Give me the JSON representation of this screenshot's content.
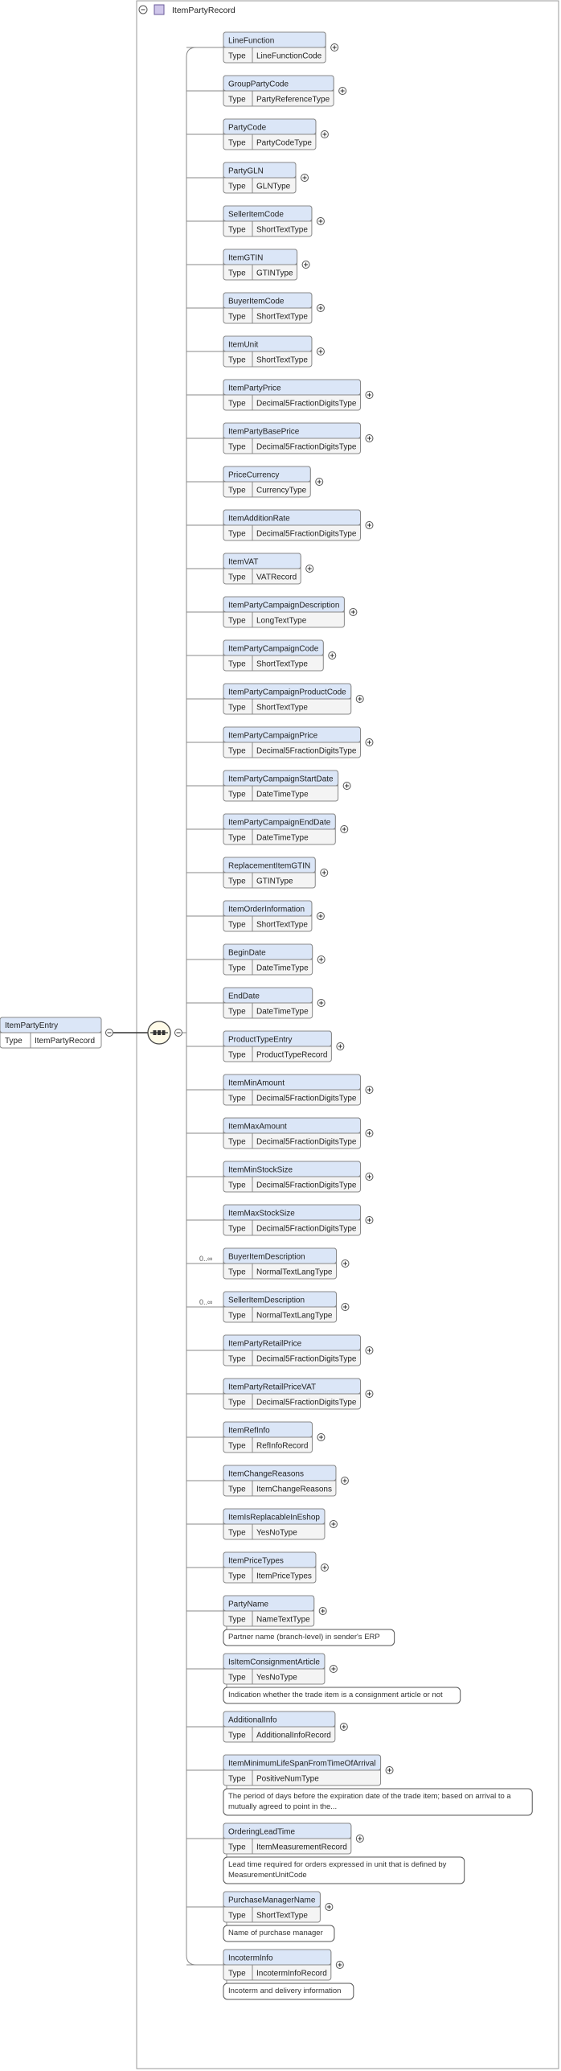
{
  "root": {
    "name": "ItemPartyEntry",
    "type_label": "Type",
    "type": "ItemPartyRecord"
  },
  "group": {
    "title": "ItemPartyRecord"
  },
  "compositor": {
    "kind": "sequence"
  },
  "elements": [
    {
      "name": "LineFunction",
      "type": "LineFunctionCode"
    },
    {
      "name": "GroupPartyCode",
      "type": "PartyReferenceType"
    },
    {
      "name": "PartyCode",
      "type": "PartyCodeType"
    },
    {
      "name": "PartyGLN",
      "type": "GLNType"
    },
    {
      "name": "SellerItemCode",
      "type": "ShortTextType"
    },
    {
      "name": "ItemGTIN",
      "type": "GTINType"
    },
    {
      "name": "BuyerItemCode",
      "type": "ShortTextType"
    },
    {
      "name": "ItemUnit",
      "type": "ShortTextType"
    },
    {
      "name": "ItemPartyPrice",
      "type": "Decimal5FractionDigitsType"
    },
    {
      "name": "ItemPartyBasePrice",
      "type": "Decimal5FractionDigitsType"
    },
    {
      "name": "PriceCurrency",
      "type": "CurrencyType"
    },
    {
      "name": "ItemAdditionRate",
      "type": "Decimal5FractionDigitsType"
    },
    {
      "name": "ItemVAT",
      "type": "VATRecord"
    },
    {
      "name": "ItemPartyCampaignDescription",
      "type": "LongTextType"
    },
    {
      "name": "ItemPartyCampaignCode",
      "type": "ShortTextType"
    },
    {
      "name": "ItemPartyCampaignProductCode",
      "type": "ShortTextType"
    },
    {
      "name": "ItemPartyCampaignPrice",
      "type": "Decimal5FractionDigitsType"
    },
    {
      "name": "ItemPartyCampaignStartDate",
      "type": "DateTimeType"
    },
    {
      "name": "ItemPartyCampaignEndDate",
      "type": "DateTimeType"
    },
    {
      "name": "ReplacementItemGTIN",
      "type": "GTINType"
    },
    {
      "name": "ItemOrderInformation",
      "type": "ShortTextType"
    },
    {
      "name": "BeginDate",
      "type": "DateTimeType"
    },
    {
      "name": "EndDate",
      "type": "DateTimeType"
    },
    {
      "name": "ProductTypeEntry",
      "type": "ProductTypeRecord"
    },
    {
      "name": "ItemMinAmount",
      "type": "Decimal5FractionDigitsType"
    },
    {
      "name": "ItemMaxAmount",
      "type": "Decimal5FractionDigitsType"
    },
    {
      "name": "ItemMinStockSize",
      "type": "Decimal5FractionDigitsType"
    },
    {
      "name": "ItemMaxStockSize",
      "type": "Decimal5FractionDigitsType"
    },
    {
      "name": "BuyerItemDescription",
      "type": "NormalTextLangType",
      "occurs": "0..∞"
    },
    {
      "name": "SellerItemDescription",
      "type": "NormalTextLangType",
      "occurs": "0..∞"
    },
    {
      "name": "ItemPartyRetailPrice",
      "type": "Decimal5FractionDigitsType"
    },
    {
      "name": "ItemPartyRetailPriceVAT",
      "type": "Decimal5FractionDigitsType"
    },
    {
      "name": "ItemRefInfo",
      "type": "RefInfoRecord"
    },
    {
      "name": "ItemChangeReasons",
      "type": "ItemChangeReasons"
    },
    {
      "name": "ItemIsReplacableInEshop",
      "type": "YesNoType"
    },
    {
      "name": "ItemPriceTypes",
      "type": "ItemPriceTypes"
    },
    {
      "name": "PartyName",
      "type": "NameTextType",
      "doc": [
        "Partner name (branch-level) in sender's ERP"
      ]
    },
    {
      "name": "IsItemConsignmentArticle",
      "type": "YesNoType",
      "doc": [
        "Indication whether the trade item is a consignment article or not"
      ]
    },
    {
      "name": "AdditionalInfo",
      "type": "AdditionalInfoRecord"
    },
    {
      "name": "ItemMinimumLifeSpanFromTimeOfArrival",
      "type": "PositiveNumType",
      "doc": [
        "The period of days before the expiration date of the trade item; based on arrival to a",
        "mutually agreed to point in the..."
      ]
    },
    {
      "name": "OrderingLeadTime",
      "type": "ItemMeasurementRecord",
      "doc": [
        "Lead time required for orders expressed in unit that is defined by",
        "MeasurementUnitCode"
      ]
    },
    {
      "name": "PurchaseManagerName",
      "type": "ShortTextType",
      "doc": [
        "Name of purchase manager"
      ]
    },
    {
      "name": "IncotermInfo",
      "type": "IncotermInfoRecord",
      "doc": [
        "Incoterm and delivery information"
      ]
    }
  ],
  "colors": {
    "header_fill": "#dbe6f7",
    "type_fill": "#f4f4f4",
    "border": "#888888",
    "line": "#888888"
  }
}
